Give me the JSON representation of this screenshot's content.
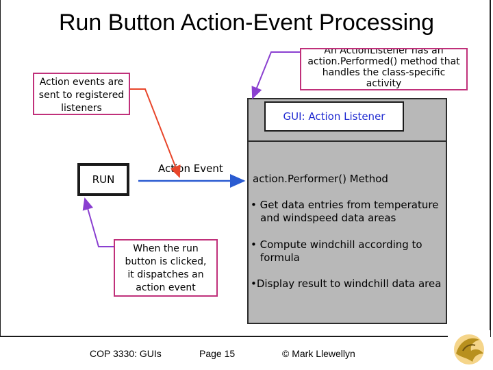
{
  "title": "Run Button Action-Event Processing",
  "callouts": {
    "top_lines": [
      "An ActionListener has an",
      "action.Performed() method that",
      "handles the class-specific",
      "activity"
    ],
    "left_lines": [
      "Action events are",
      "sent to registered",
      "listeners"
    ],
    "mid_lines": [
      "When the run",
      "button is clicked,",
      "it dispatches an",
      "action event"
    ]
  },
  "gui_header": "GUI: Action Listener",
  "run_button": "RUN",
  "action_event_label": "Action Event",
  "method_title": "action.Performer() Method",
  "bullets": [
    {
      "marker": "•",
      "lines": [
        "Get data entries from temperature",
        "and windspeed data areas"
      ]
    },
    {
      "marker": "•",
      "lines": [
        "Compute windchill according to",
        "formula"
      ]
    },
    {
      "marker": "•",
      "lines": [
        "Display result to windchill data area"
      ]
    }
  ],
  "footer": {
    "course": "COP 3330:  GUIs",
    "page": "Page 15",
    "author": "© Mark Llewellyn"
  },
  "colors": {
    "callout_border": "#c0307a",
    "arrow_red": "#e8452a",
    "arrow_blue": "#2a5bd1",
    "arrow_purple": "#8a3fd0",
    "panel_fill": "#b8b8b8",
    "header_text": "#1f2ad1"
  }
}
